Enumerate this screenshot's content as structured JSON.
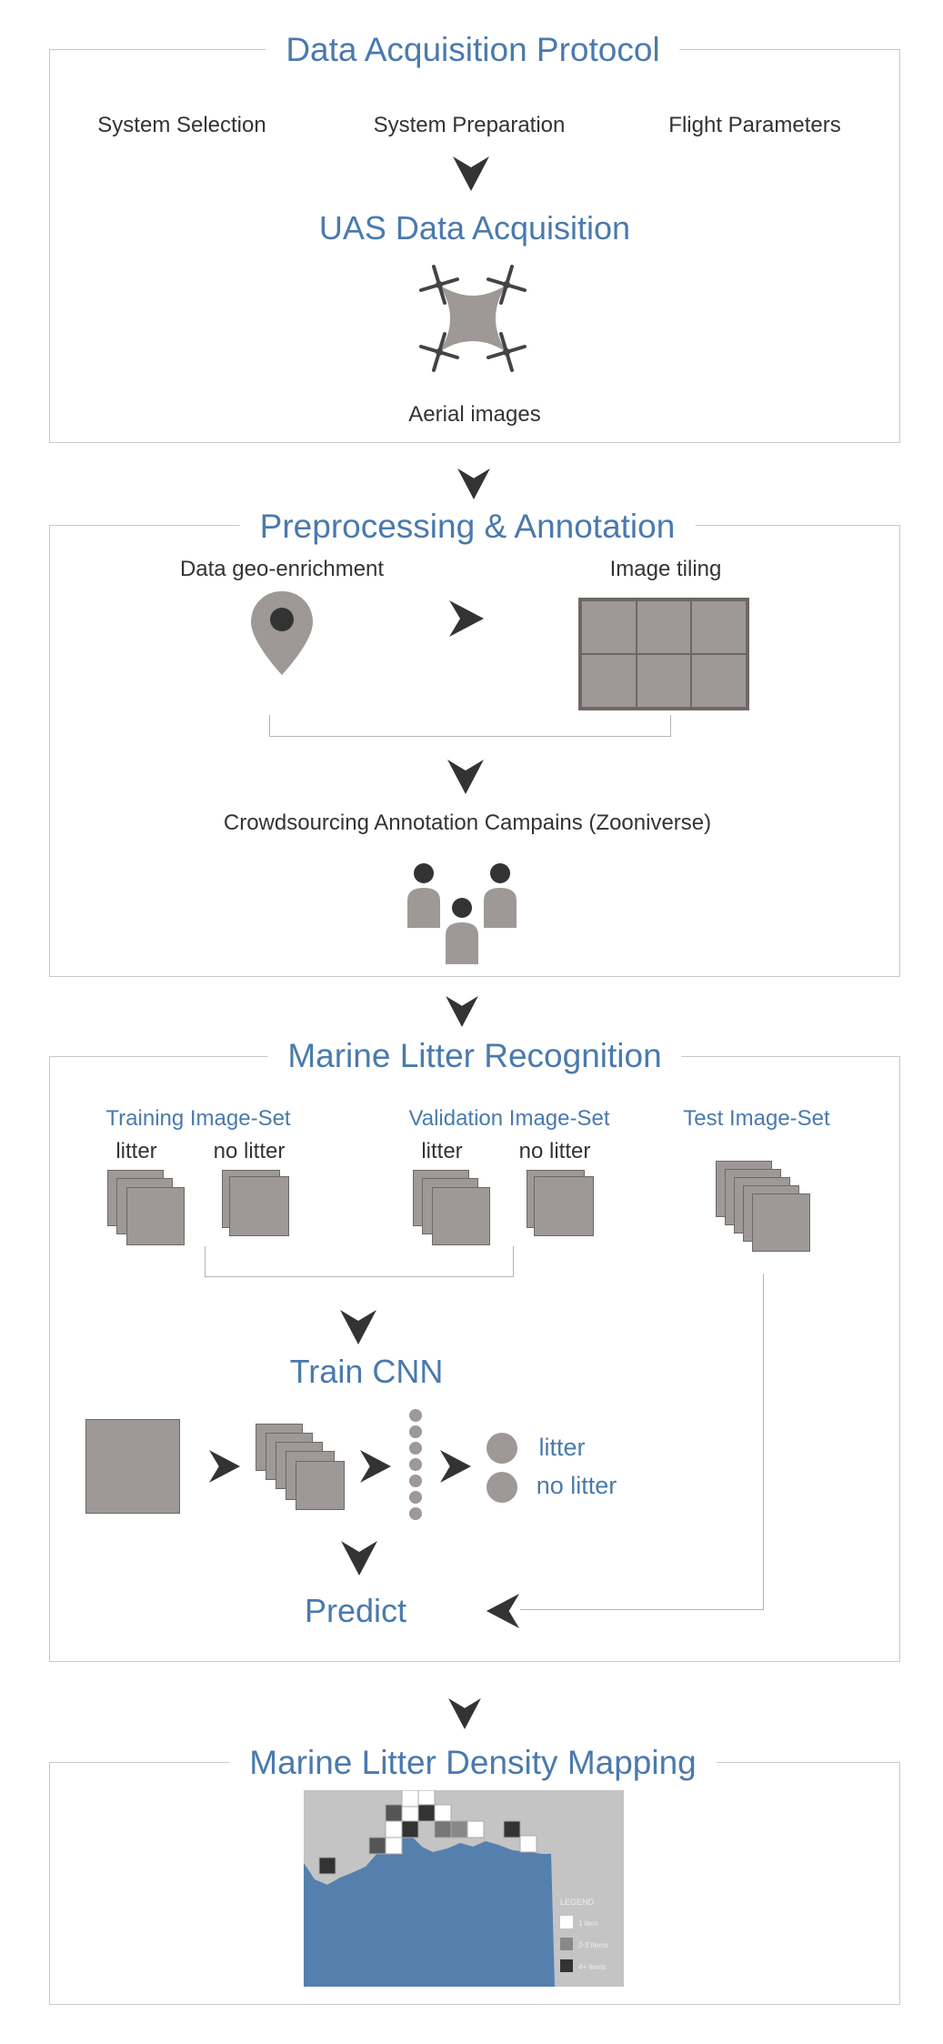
{
  "acquisition": {
    "title": "Data Acquisition Protocol",
    "items": [
      "System Selection",
      "System Preparation",
      "Flight Parameters"
    ],
    "subtitle": "UAS Data Acquisition",
    "caption": "Aerial images"
  },
  "preprocessing": {
    "title": "Preprocessing & Annotation",
    "geo_label": "Data geo-enrichment",
    "tiling_label": "Image tiling",
    "crowd_label": "Crowdsourcing Annotation Campains (Zooniverse)"
  },
  "recognition": {
    "title": "Marine Litter Recognition",
    "training": {
      "title": "Training Image-Set",
      "litter": "litter",
      "no_litter": "no litter"
    },
    "validation": {
      "title": "Validation Image-Set",
      "litter": "litter",
      "no_litter": "no litter"
    },
    "test": {
      "title": "Test Image-Set"
    },
    "train_cnn": "Train CNN",
    "outputs": [
      "litter",
      "no litter"
    ],
    "predict": "Predict"
  },
  "mapping": {
    "title": "Marine Litter Density Mapping",
    "legend_title": "LEGEND",
    "legend_items": [
      "1 item",
      "2-3 items",
      "4+ items"
    ]
  },
  "colors": {
    "accent_blue": "#4a7aad",
    "shape_gray": "#9e9896",
    "dark": "#333333",
    "map_sea": "#5580ad",
    "map_land": "#c4c4c4"
  }
}
